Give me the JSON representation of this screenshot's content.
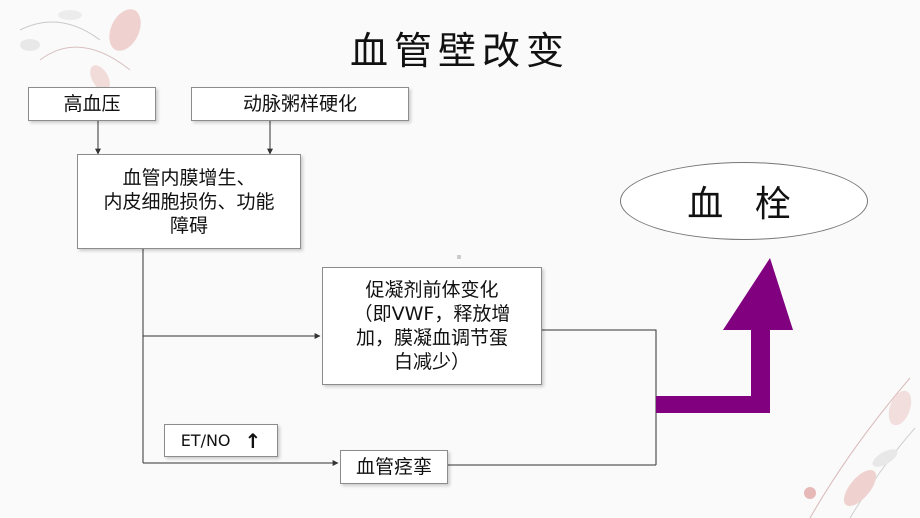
{
  "slide": {
    "title": "血管壁改变",
    "nodes": {
      "hypertension": "高血压",
      "atherosclerosis": "动脉粥样硬化",
      "intima_line1": "血管内膜增生、",
      "intima_line2": "内皮细胞损伤、功能",
      "intima_line3": "障碍",
      "procoag_line1": "促凝剂前体变化",
      "procoag_line2": "（即VWF，释放增",
      "procoag_line3": "加，膜凝血调节蛋",
      "procoag_line4": "白减少）",
      "et_no": "ET/NO",
      "et_no_arrow": "↑",
      "vasospasm": "血管痉挛",
      "thrombus": "血 栓"
    },
    "colors": {
      "arrow": "#800080",
      "line": "#333333",
      "deco_pink": "#e7b8b8"
    }
  }
}
